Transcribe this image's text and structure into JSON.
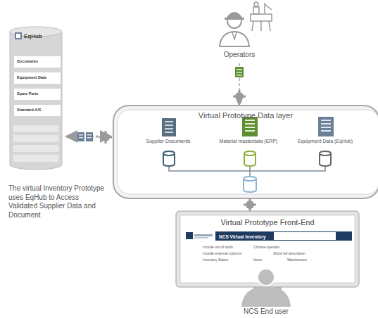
{
  "diagram": {
    "caption": "The virtual Inventory Prototype uses EqHub to Access Validated Supplier Data and Document",
    "nodes": [
      {
        "text": [
          "Operators"
        ]
      },
      {
        "text": [
          "EqHub"
        ]
      },
      {
        "text": [
          "Documents"
        ],
        "in": 1
      },
      {
        "text": [
          "Equipment Data"
        ],
        "in": 1
      },
      {
        "text": [
          "Spare Parts"
        ],
        "in": 1
      },
      {
        "text": [
          "Standard A/S"
        ],
        "in": 1
      },
      {
        "text": [
          "Virtual Prototype Data layer"
        ]
      },
      {
        "text": [
          "Supplier Documents"
        ],
        "in": 6
      },
      {
        "text": [
          "Material masterdata (ERP)"
        ],
        "in": 6
      },
      {
        "text": [
          "Equipment Data (EqHub)"
        ],
        "in": 6
      },
      {
        "text": [
          "Virtual Prototype Front-End"
        ]
      },
      {
        "text": [
          "NCS Virtual Inventory"
        ],
        "in": 10
      },
      {
        "text": [
          "NCS End user"
        ]
      }
    ],
    "edges": [
      {
        "from": 0,
        "to": 6,
        "arrow": "to"
      },
      {
        "from": 1,
        "to": 6,
        "arrow": "both"
      },
      {
        "from": 6,
        "to": 10,
        "arrow": "none"
      }
    ],
    "labels": [
      "Include out of stock",
      "Choose operator",
      "Include external columns",
      "Show full description",
      "Inventory Status",
      "Items",
      "Warehouses"
    ]
  }
}
